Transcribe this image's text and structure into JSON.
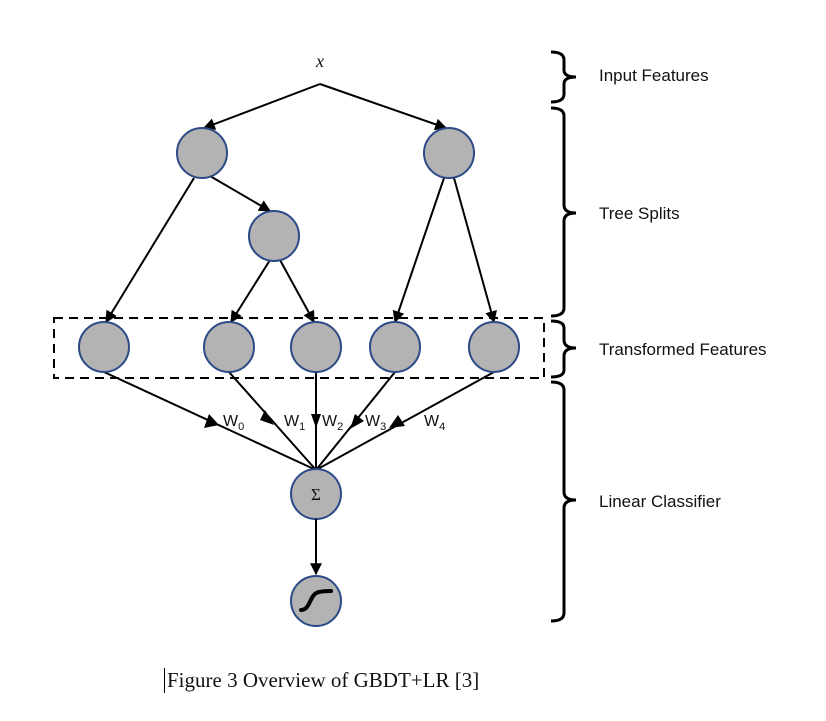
{
  "input_label": "x",
  "sections": {
    "input": "Input Features",
    "tree": "Tree Splits",
    "transformed": "Transformed Features",
    "linear": "Linear Classifier"
  },
  "weights": [
    {
      "base": "W",
      "sub": "0"
    },
    {
      "base": "W",
      "sub": "1"
    },
    {
      "base": "W",
      "sub": "2"
    },
    {
      "base": "W",
      "sub": "3"
    },
    {
      "base": "W",
      "sub": "4"
    }
  ],
  "sum_symbol": "Σ",
  "caption": "Figure 3 Overview of GBDT+LR [3]"
}
